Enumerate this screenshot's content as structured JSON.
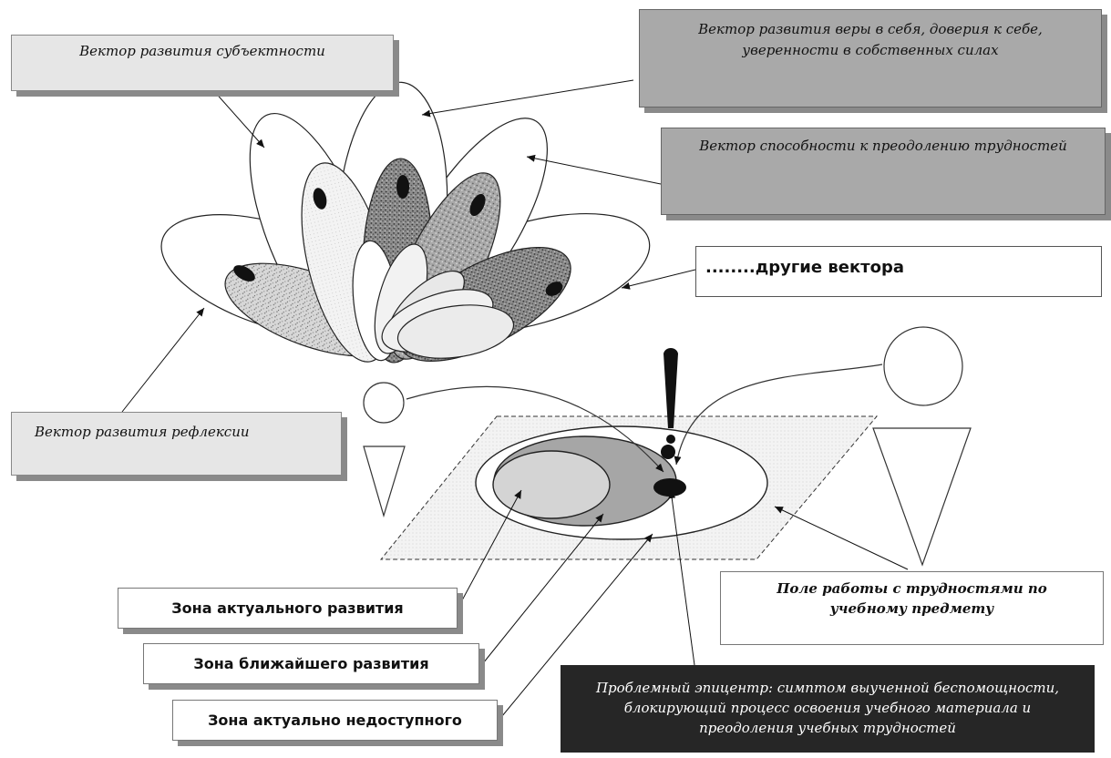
{
  "labels": {
    "subjectivity": "Вектор развития субъектности",
    "self_belief": "Вектор развития веры в себя, доверия к себе, уверенности в собственных силах",
    "overcoming": "Вектор способности к преодолению трудностей",
    "other_vectors": "........другие вектора",
    "reflection": "Вектор развития рефлексии",
    "difficulty_field": "Поле работы с трудностями по учебному предмету",
    "actual_zone": "Зона актуального развития",
    "proximal_zone": "Зона ближайшего развития",
    "inaccessible_zone": "Зона актуально недоступного",
    "epicenter": "Проблемный эпицентр: симптом выученной беспомощности, блокирующий процесс освоения учебного материала и преодоления учебных трудностей"
  },
  "colors": {
    "box_light": "#e6e6e6",
    "box_medium": "#a9a9a9",
    "box_dark": "#262626",
    "shadow": "#8a8a8a"
  }
}
